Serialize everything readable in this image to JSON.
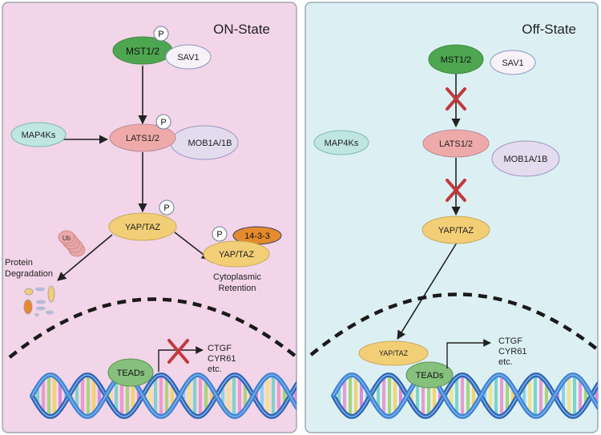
{
  "on_panel": {
    "title": "ON-State",
    "nodes": {
      "mst": "MST1/2",
      "sav": "SAV1",
      "map4k": "MAP4Ks",
      "lats": "LATS1/2",
      "mob": "MOB1A/1B",
      "yap": "YAP/TAZ",
      "yap_retained": "YAP/TAZ",
      "protein_14_3_3": "14-3-3",
      "teads": "TEADs"
    },
    "phospho_label": "P",
    "ub_label": "Ub",
    "degradation_label": [
      "Protein",
      "Degradation"
    ],
    "retention_label": [
      "Cytoplasmic",
      "Retention"
    ],
    "targets": [
      "CTGF",
      "CYR61",
      "etc."
    ]
  },
  "off_panel": {
    "title": "Off-State",
    "nodes": {
      "mst": "MST1/2",
      "sav": "SAV1",
      "map4k": "MAP4Ks",
      "lats": "LATS1/2",
      "mob": "MOB1A/1B",
      "yap": "YAP/TAZ",
      "yap_nuclear": "YAP/TAZ",
      "teads": "TEADs"
    },
    "targets": [
      "CTGF",
      "CYR61",
      "etc."
    ]
  },
  "colors": {
    "on_bg": "#f2d5e8",
    "off_bg": "#dcf0f4",
    "mst": "#4ea651",
    "sav": "#f6f2f7",
    "map4k": "#bfe6e0",
    "lats": "#eeaaa9",
    "mob": "#e3dcee",
    "yap": "#f2cf76",
    "protein_14_3_3": "#e58a2d",
    "teads": "#86c07d",
    "inhibit_x": "#c0393e"
  }
}
